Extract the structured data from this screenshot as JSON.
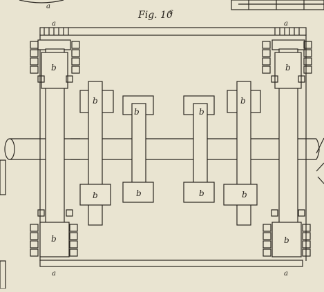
{
  "figure": {
    "title": "Fig. 10",
    "title_superscript": "c"
  },
  "labels": {
    "a": "a",
    "b": "b"
  },
  "colors": {
    "paper": "#e9e4d1",
    "ink": "#2a2620"
  }
}
